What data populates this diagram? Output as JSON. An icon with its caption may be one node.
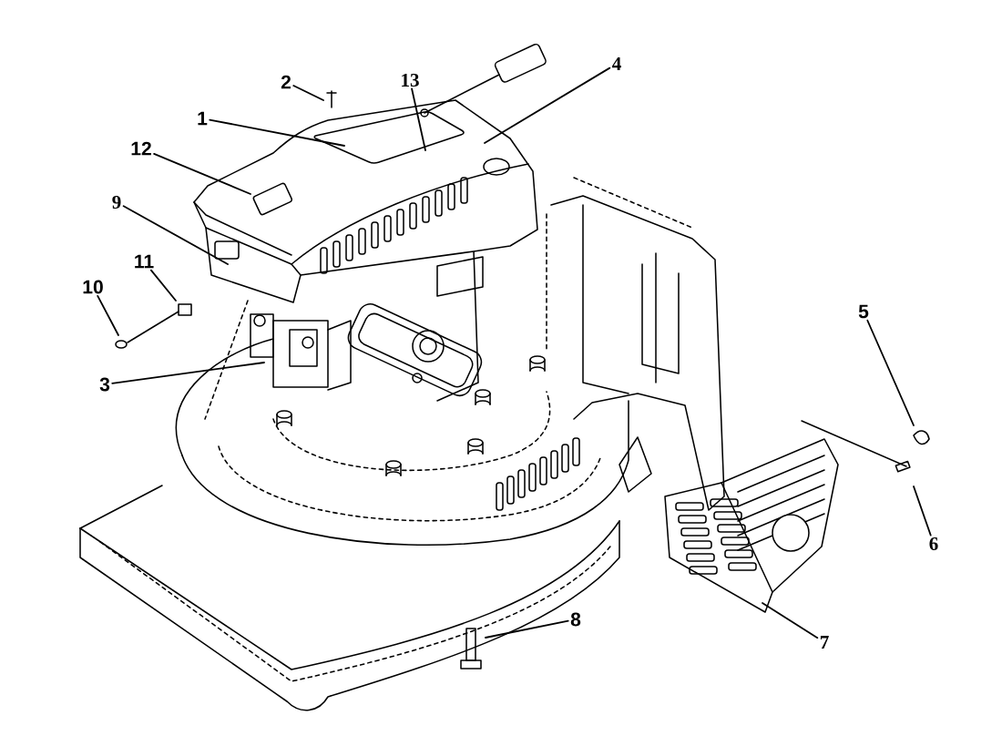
{
  "diagram": {
    "nodes": [
      {
        "text": [
          "2"
        ]
      },
      {
        "text": [
          "13"
        ]
      },
      {
        "text": [
          "1"
        ]
      },
      {
        "text": [
          "4"
        ]
      },
      {
        "text": [
          "12"
        ]
      },
      {
        "text": [
          "9"
        ]
      },
      {
        "text": [
          "11"
        ]
      },
      {
        "text": [
          "10"
        ]
      },
      {
        "text": [
          "5"
        ]
      },
      {
        "text": [
          "3"
        ]
      },
      {
        "text": [
          "6"
        ]
      },
      {
        "text": [
          "8"
        ]
      },
      {
        "text": [
          "7"
        ]
      }
    ],
    "edges": [
      {
        "from": 0,
        "to": null,
        "arrow": "none"
      },
      {
        "from": 1,
        "to": null,
        "arrow": "none"
      },
      {
        "from": 2,
        "to": null,
        "arrow": "none"
      },
      {
        "from": 3,
        "to": null,
        "arrow": "none"
      },
      {
        "from": 4,
        "to": null,
        "arrow": "none"
      },
      {
        "from": 5,
        "to": null,
        "arrow": "none"
      },
      {
        "from": 6,
        "to": null,
        "arrow": "none"
      },
      {
        "from": 7,
        "to": null,
        "arrow": "none"
      },
      {
        "from": 8,
        "to": null,
        "arrow": "none"
      },
      {
        "from": 9,
        "to": null,
        "arrow": "none"
      },
      {
        "from": 10,
        "to": null,
        "arrow": "none"
      },
      {
        "from": 11,
        "to": null,
        "arrow": "none"
      },
      {
        "from": 12,
        "to": null,
        "arrow": "none"
      }
    ]
  }
}
